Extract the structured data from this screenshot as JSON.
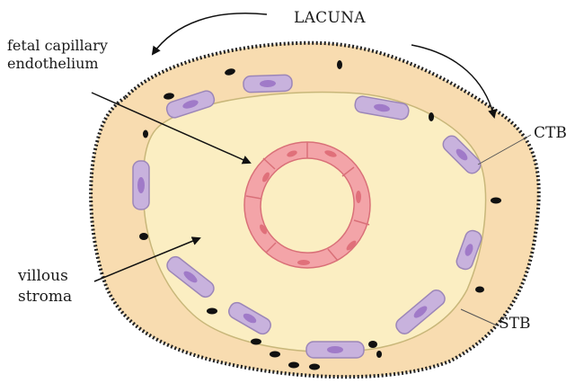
{
  "labels": {
    "lacuna": "LACUNA",
    "fetal_capillary_line1": "fetal capillary",
    "fetal_capillary_line2": "endothelium",
    "ctb": "CTB",
    "stb": "STB",
    "villous_line1": "villous",
    "villous_line2": "stroma"
  },
  "colors": {
    "syncytiotrophoblast_fill": "#f8dcb0",
    "stroma_fill": "#fbeec2",
    "stroma_outline": "#c8b77a",
    "cytotrophoblast_fill": "#c8b2dd",
    "cytotrophoblast_outline": "#9c86b8",
    "cytotrophoblast_nucleus": "#a07ac8",
    "endothelium_fill": "#f3a4a8",
    "endothelium_outline": "#d97078",
    "endothelium_nucleus": "#e0707a",
    "lumen_fill": "#fbeec2",
    "syncytial_nucleus": "#111111",
    "arrow": "#111111"
  }
}
